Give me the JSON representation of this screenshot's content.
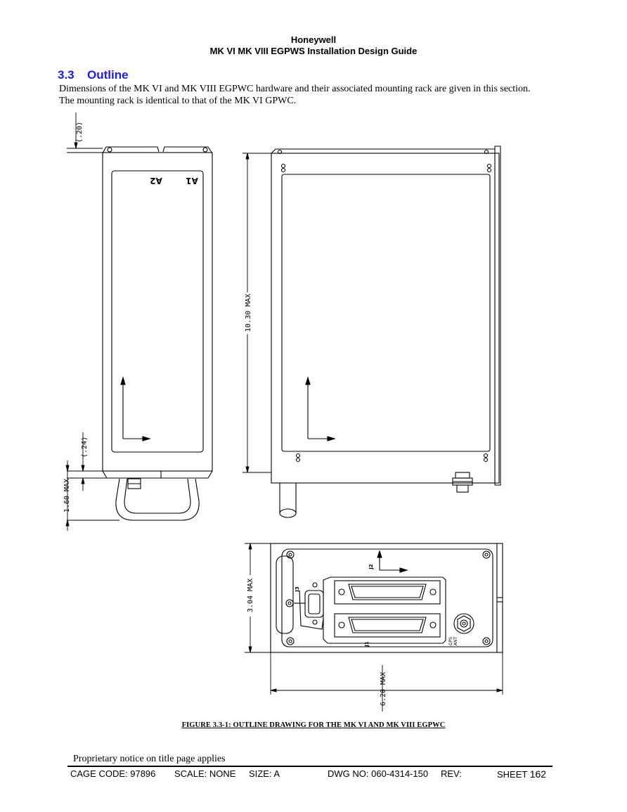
{
  "header": {
    "company": "Honeywell",
    "title": "MK VI  MK VIII EGPWS Installation Design Guide"
  },
  "section": {
    "number": "3.3",
    "title": "Outline",
    "intro_line_1": "Dimensions of the MK VI and MK VIII EGPWC hardware and their associated mounting rack are given in this section.",
    "intro_line_2": "The mounting rack is identical to that of the MK VI GPWC."
  },
  "drawing": {
    "dimensions": {
      "top_offset": "(.20)",
      "bottom_offset": "(.24)",
      "handle_depth": "1.60 MAX",
      "height": "10.30 MAX",
      "front_height": "3.04 MAX",
      "width": "6.20 MAX"
    },
    "labels": {
      "a1": "A1",
      "a2": "A2",
      "j1": "J1",
      "j2": "J2",
      "j3": "J3",
      "gps": "GPS",
      "ant": "ANT"
    },
    "colors": {
      "line": "#000000",
      "heading": "#1a1aff"
    }
  },
  "caption": "FIGURE 3.3-1: OUTLINE DRAWING FOR THE MK VI AND MK VIII EGPWC",
  "footer": {
    "proprietary": "Proprietary notice on title page applies",
    "cage_code": "CAGE CODE: 97896",
    "scale": "SCALE: NONE",
    "size": "SIZE: A",
    "dwg_no": "DWG NO: 060-4314-150",
    "rev": "REV:",
    "sheet_label": "SHEET",
    "sheet_number": "162"
  }
}
